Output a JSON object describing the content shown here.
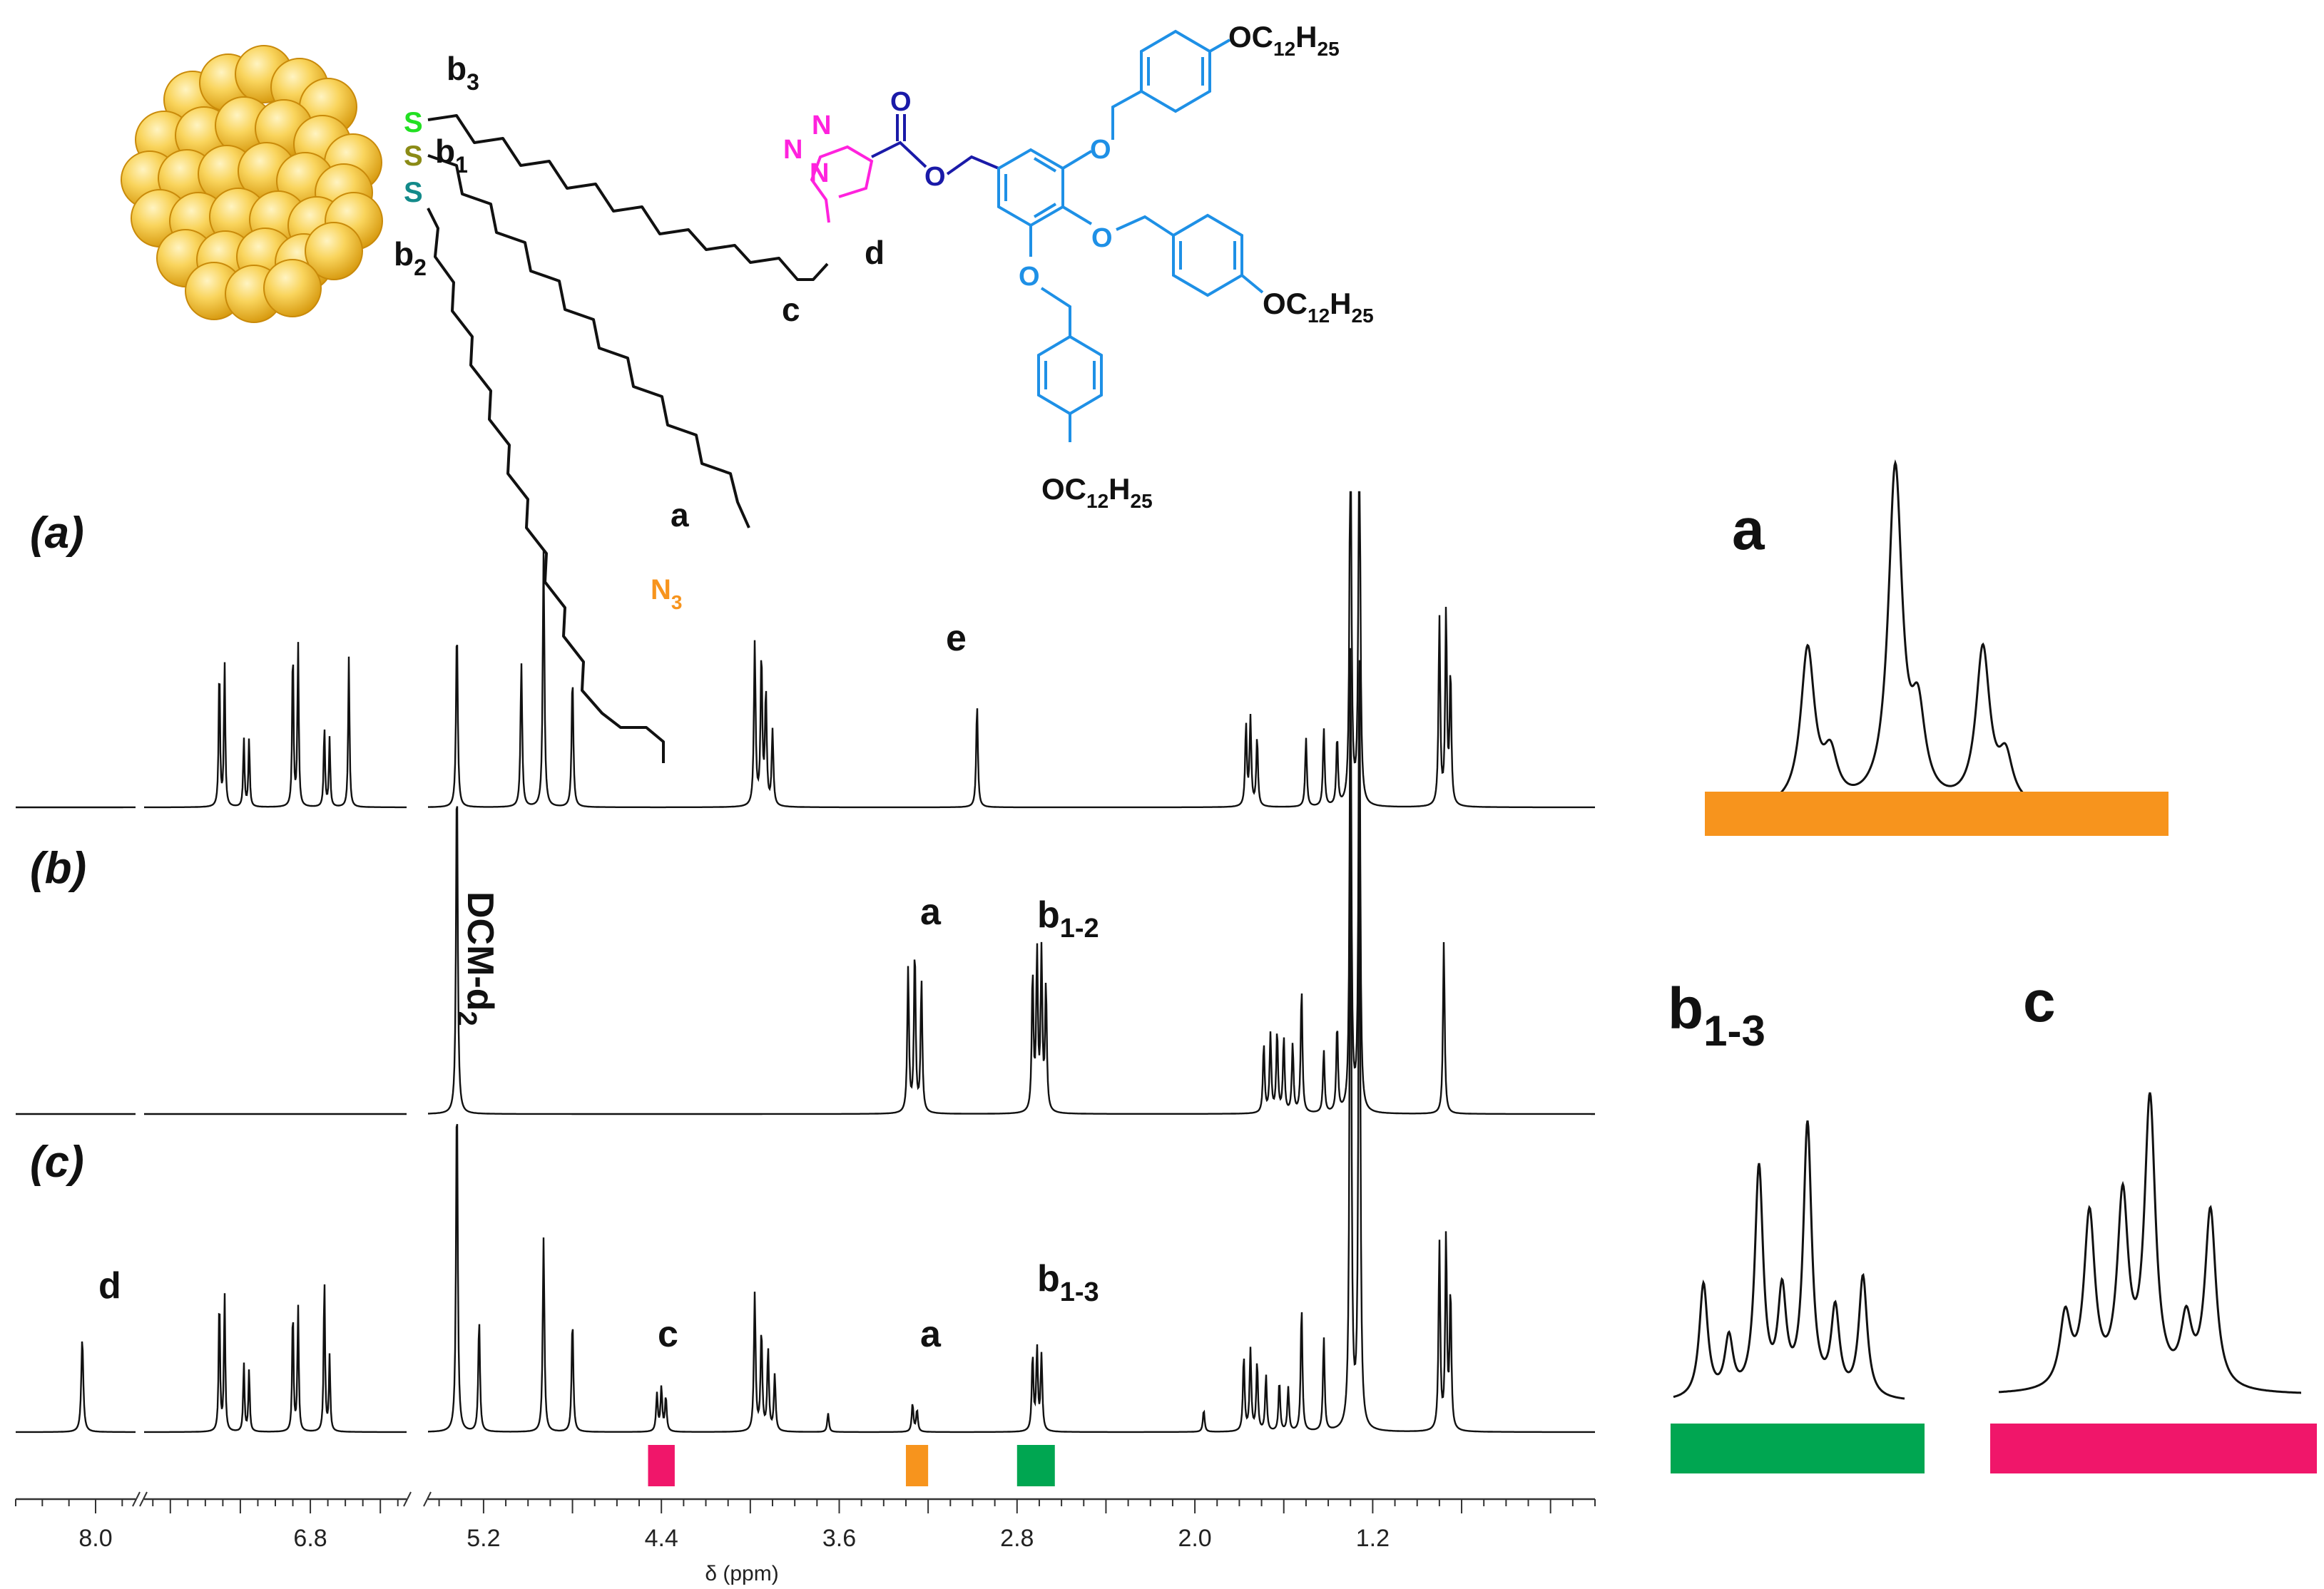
{
  "chart_data": {
    "type": "line",
    "title": "",
    "xlabel": "δ (ppm)",
    "ylabel": "",
    "x_reversed": true,
    "axis_segments": [
      [
        8.3,
        7.85
      ],
      [
        7.75,
        6.25
      ],
      [
        5.45,
        0.2
      ]
    ],
    "x_ticks": [
      "8.0",
      "6.8",
      "5.2",
      "4.4",
      "3.6",
      "2.8",
      "2.0",
      "1.2"
    ],
    "x_tick_values": [
      8.0,
      6.8,
      5.2,
      4.4,
      3.6,
      2.8,
      2.0,
      1.2
    ],
    "series": [
      {
        "name": "(a)",
        "peaks": [
          {
            "ppm": 7.32,
            "h": 0.46
          },
          {
            "ppm": 7.29,
            "h": 0.46
          },
          {
            "ppm": 7.18,
            "h": 0.22
          },
          {
            "ppm": 7.15,
            "h": 0.22
          },
          {
            "ppm": 6.9,
            "h": 0.52
          },
          {
            "ppm": 6.87,
            "h": 0.52
          },
          {
            "ppm": 6.72,
            "h": 0.26
          },
          {
            "ppm": 6.69,
            "h": 0.22
          },
          {
            "ppm": 6.58,
            "h": 0.48
          },
          {
            "ppm": 5.32,
            "h": 0.58
          },
          {
            "ppm": 5.03,
            "h": 0.46
          },
          {
            "ppm": 4.93,
            "h": 0.82
          },
          {
            "ppm": 4.8,
            "h": 0.42
          },
          {
            "ppm": 3.98,
            "h": 0.52
          },
          {
            "ppm": 3.95,
            "h": 0.48
          },
          {
            "ppm": 3.93,
            "h": 0.36
          },
          {
            "ppm": 3.9,
            "h": 0.24
          },
          {
            "ppm": 2.98,
            "h": 0.33
          },
          {
            "ppm": 1.77,
            "h": 0.26
          },
          {
            "ppm": 1.75,
            "h": 0.28
          },
          {
            "ppm": 1.72,
            "h": 0.22
          },
          {
            "ppm": 1.5,
            "h": 0.22
          },
          {
            "ppm": 1.42,
            "h": 0.25
          },
          {
            "ppm": 1.36,
            "h": 0.22
          },
          {
            "ppm": 1.3,
            "h": 1.45
          },
          {
            "ppm": 1.26,
            "h": 1.45
          },
          {
            "ppm": 0.9,
            "h": 0.6
          },
          {
            "ppm": 0.87,
            "h": 0.62
          },
          {
            "ppm": 0.85,
            "h": 0.42
          }
        ]
      },
      {
        "name": "(b)",
        "peaks": [
          {
            "ppm": 5.32,
            "h": 1.1
          },
          {
            "ppm": 3.29,
            "h": 0.46
          },
          {
            "ppm": 3.26,
            "h": 0.52
          },
          {
            "ppm": 3.23,
            "h": 0.42
          },
          {
            "ppm": 2.73,
            "h": 0.44
          },
          {
            "ppm": 2.71,
            "h": 0.5
          },
          {
            "ppm": 2.69,
            "h": 0.5
          },
          {
            "ppm": 2.67,
            "h": 0.4
          },
          {
            "ppm": 1.69,
            "h": 0.22
          },
          {
            "ppm": 1.66,
            "h": 0.25
          },
          {
            "ppm": 1.63,
            "h": 0.26
          },
          {
            "ppm": 1.6,
            "h": 0.24
          },
          {
            "ppm": 1.56,
            "h": 0.22
          },
          {
            "ppm": 1.52,
            "h": 0.4
          },
          {
            "ppm": 1.42,
            "h": 0.2
          },
          {
            "ppm": 1.36,
            "h": 0.28
          },
          {
            "ppm": 1.3,
            "h": 1.5
          },
          {
            "ppm": 1.26,
            "h": 1.5
          },
          {
            "ppm": 0.88,
            "h": 0.55
          }
        ]
      },
      {
        "name": "(c)",
        "peaks": [
          {
            "ppm": 8.05,
            "h": 0.3
          },
          {
            "ppm": 7.32,
            "h": 0.44
          },
          {
            "ppm": 7.29,
            "h": 0.44
          },
          {
            "ppm": 7.18,
            "h": 0.22
          },
          {
            "ppm": 7.15,
            "h": 0.2
          },
          {
            "ppm": 6.9,
            "h": 0.4
          },
          {
            "ppm": 6.87,
            "h": 0.4
          },
          {
            "ppm": 6.72,
            "h": 0.5
          },
          {
            "ppm": 6.69,
            "h": 0.24
          },
          {
            "ppm": 5.32,
            "h": 1.1
          },
          {
            "ppm": 5.22,
            "h": 0.36
          },
          {
            "ppm": 4.93,
            "h": 0.62
          },
          {
            "ppm": 4.8,
            "h": 0.36
          },
          {
            "ppm": 4.42,
            "h": 0.12
          },
          {
            "ppm": 4.4,
            "h": 0.14
          },
          {
            "ppm": 4.38,
            "h": 0.11
          },
          {
            "ppm": 3.98,
            "h": 0.44
          },
          {
            "ppm": 3.95,
            "h": 0.32
          },
          {
            "ppm": 3.92,
            "h": 0.26
          },
          {
            "ppm": 3.89,
            "h": 0.18
          },
          {
            "ppm": 3.65,
            "h": 0.06
          },
          {
            "ppm": 3.27,
            "h": 0.09
          },
          {
            "ppm": 3.25,
            "h": 0.07
          },
          {
            "ppm": 2.73,
            "h": 0.24
          },
          {
            "ppm": 2.71,
            "h": 0.26
          },
          {
            "ppm": 2.69,
            "h": 0.24
          },
          {
            "ppm": 1.96,
            "h": 0.07
          },
          {
            "ppm": 1.78,
            "h": 0.24
          },
          {
            "ppm": 1.75,
            "h": 0.26
          },
          {
            "ppm": 1.72,
            "h": 0.22
          },
          {
            "ppm": 1.68,
            "h": 0.18
          },
          {
            "ppm": 1.62,
            "h": 0.16
          },
          {
            "ppm": 1.58,
            "h": 0.14
          },
          {
            "ppm": 1.52,
            "h": 0.4
          },
          {
            "ppm": 1.42,
            "h": 0.3
          },
          {
            "ppm": 1.3,
            "h": 2.2
          },
          {
            "ppm": 1.26,
            "h": 2.2
          },
          {
            "ppm": 0.9,
            "h": 0.6
          },
          {
            "ppm": 0.87,
            "h": 0.62
          },
          {
            "ppm": 0.85,
            "h": 0.44
          }
        ]
      }
    ],
    "integration_bars": [
      {
        "label": "c",
        "ppm": [
          4.46,
          4.34
        ],
        "color": "#f0166a"
      },
      {
        "label": "a",
        "ppm": [
          3.3,
          3.2
        ],
        "color": "#f7941d"
      },
      {
        "label": "b1-3",
        "ppm": [
          2.8,
          2.63
        ],
        "color": "#00a651"
      }
    ],
    "insets": [
      {
        "label": "a",
        "bar_color": "#f7941d",
        "multiplet": "triplet"
      },
      {
        "label": "b1-3",
        "bar_color": "#00a651",
        "multiplet": "multiplet"
      },
      {
        "label": "c",
        "bar_color": "#f0166a",
        "multiplet": "multiplet"
      }
    ]
  },
  "labels": {
    "spectrum_a": "(a)",
    "spectrum_b": "(b)",
    "spectrum_c": "(c)",
    "peak_e": "e",
    "peak_a_b": "a",
    "peak_b12_main": "b",
    "peak_b12_sub": "1-2",
    "solvent_main": "DCM-d",
    "solvent_sub": "2",
    "peak_d": "d",
    "peak_c": "c",
    "peak_a_c": "a",
    "peak_b13_main": "b",
    "peak_b13_sub": "1-3",
    "inset_a": "a",
    "inset_b_main": "b",
    "inset_b_sub": "1-3",
    "inset_c": "c"
  },
  "molecule": {
    "thiol_s": "S",
    "b3_main": "b",
    "b3_sub": "3",
    "b1_main": "b",
    "b1_sub": "1",
    "b2_main": "b",
    "b2_sub": "2",
    "label_a": "a",
    "label_c": "c",
    "label_d": "d",
    "azide_main": "N",
    "azide_sub": "3",
    "triazole_n": "N",
    "ester_o": "O",
    "aryl_o": "O",
    "tail_o": "OC",
    "tail_c_sub": "12",
    "tail_h": "H",
    "tail_h_sub": "25",
    "colors": {
      "s_b3": "#22e022",
      "s_b1": "#8b8b16",
      "s_b2": "#138a8a",
      "triazole": "#ff22dd",
      "ester": "#1a1aa8",
      "aryl": "#1e90e6",
      "azide": "#f7941d",
      "gold": "#f6c94a"
    }
  }
}
